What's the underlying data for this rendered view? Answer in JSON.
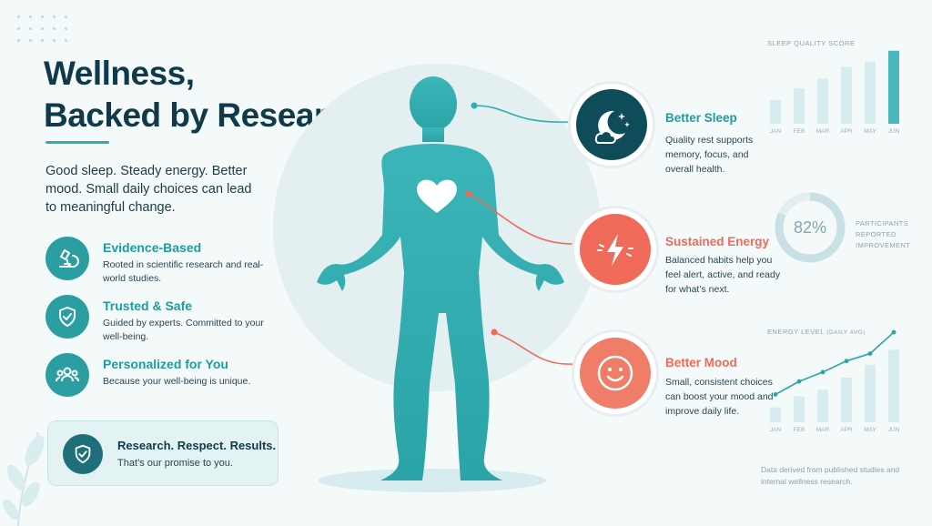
{
  "hero": {
    "title_line1": "Wellness,",
    "title_line2": "Backed by Research",
    "intro": "Good sleep. Steady energy. Better mood. Small daily choices can lead to meaningful change."
  },
  "features": [
    {
      "title": "Evidence-Based",
      "desc": "Rooted in scientific research and real-world studies.",
      "icon": "microscope-icon"
    },
    {
      "title": "Trusted & Safe",
      "desc": "Guided by experts. Committed to your well-being.",
      "icon": "shield-check-icon"
    },
    {
      "title": "Personalized for You",
      "desc": "Because your well-being is unique.",
      "icon": "people-icon"
    }
  ],
  "promise": {
    "title": "Research. Respect. Results.",
    "desc": "That’s our promise to you."
  },
  "benefits": [
    {
      "title": "Better Sleep",
      "desc": "Quality rest supports memory, focus, and overall health.",
      "color": "#0f4c59",
      "title_color": "#1f9c9f",
      "icon": "moon-stars-icon"
    },
    {
      "title": "Sustained Energy",
      "desc": "Balanced habits help you feel alert, active, and ready for what’s next.",
      "color": "#ef6a58",
      "title_color": "#ef6a58",
      "icon": "lightning-icon"
    },
    {
      "title": "Better Mood",
      "desc": "Small, consistent choices can boost your mood and improve daily life.",
      "color": "#f07d68",
      "title_color": "#ef6a58",
      "icon": "smile-icon"
    }
  ],
  "stat": {
    "value": "82%",
    "fraction": 0.82,
    "label": "PARTICIPANTS REPORTED IMPROVEMENT"
  },
  "chart_data": [
    {
      "type": "bar",
      "title": "SLEEP QUALITY SCORE",
      "categories": [
        "JAN",
        "FEB",
        "MAR",
        "APR",
        "MAY",
        "JUN"
      ],
      "values": [
        28,
        42,
        53,
        67,
        73,
        86
      ],
      "ylim": [
        0,
        90
      ],
      "grid": false
    },
    {
      "type": "bar",
      "title": "ENERGY LEVEL",
      "subtitle": "(DAILY AVG)",
      "categories": [
        "JAN",
        "FEB",
        "MAR",
        "APR",
        "MAY",
        "JUN"
      ],
      "values": [
        16,
        28,
        35,
        48,
        62,
        78
      ],
      "line_values": [
        30,
        44,
        54,
        66,
        74,
        97
      ],
      "ylim": [
        0,
        100
      ],
      "grid": false
    }
  ],
  "footnote": "Data derived from published studies and internal wellness research.",
  "colors": {
    "teal": "#2bb0b3",
    "navy": "#0f4c59",
    "coral": "#ef6a58"
  }
}
